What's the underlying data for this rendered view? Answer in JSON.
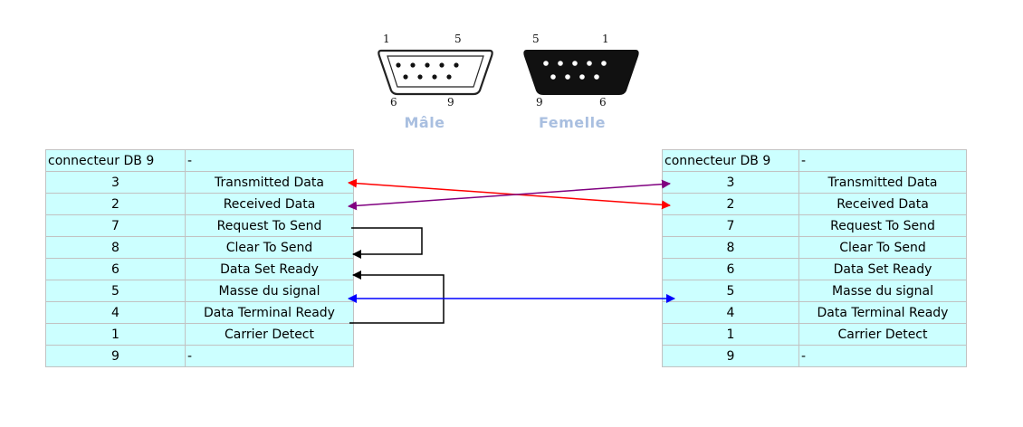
{
  "connectors": {
    "male": {
      "caption": "Mâle",
      "pin_top_left": "1",
      "pin_top_right": "5",
      "pin_bottom_left": "6",
      "pin_bottom_right": "9"
    },
    "female": {
      "caption": "Femelle",
      "pin_top_left": "5",
      "pin_top_right": "1",
      "pin_bottom_left": "9",
      "pin_bottom_right": "6"
    }
  },
  "left_table": {
    "header": [
      "connecteur DB 9",
      "-"
    ],
    "rows": [
      [
        "3",
        "Transmitted Data"
      ],
      [
        "2",
        "Received Data"
      ],
      [
        "7",
        "Request To Send"
      ],
      [
        "8",
        "Clear To Send"
      ],
      [
        "6",
        "Data Set Ready"
      ],
      [
        "5",
        "Masse du signal"
      ],
      [
        "4",
        "Data Terminal Ready"
      ],
      [
        "1",
        "Carrier Detect"
      ],
      [
        "9",
        "-"
      ]
    ]
  },
  "right_table": {
    "header": [
      "connecteur DB 9",
      "-"
    ],
    "rows": [
      [
        "3",
        "Transmitted Data"
      ],
      [
        "2",
        "Received Data"
      ],
      [
        "7",
        "Request To Send"
      ],
      [
        "8",
        "Clear To Send"
      ],
      [
        "6",
        "Data Set Ready"
      ],
      [
        "5",
        "Masse du signal"
      ],
      [
        "4",
        "Data Terminal Ready"
      ],
      [
        "1",
        "Carrier Detect"
      ],
      [
        "9",
        "-"
      ]
    ]
  },
  "wire_colors": {
    "tx_crossover": "#ff0000",
    "rx_crossover": "#800080",
    "rts_cts_loop": "#000000",
    "dsr_dtr_loop": "#000000",
    "ground": "#0000ff"
  }
}
